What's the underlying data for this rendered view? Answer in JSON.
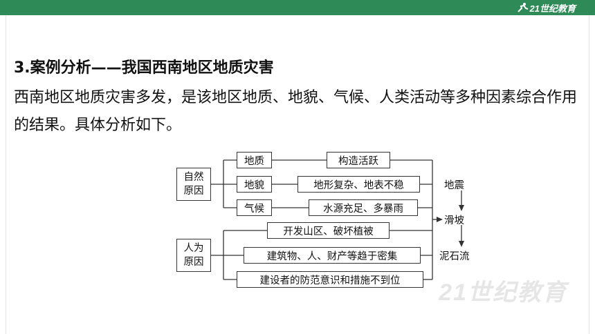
{
  "header": {
    "brand": "21世纪教育",
    "bar_color": "#2e8b57"
  },
  "slide": {
    "title": "3.案例分析——我国西南地区地质灾害",
    "paragraph": "西南地区地质灾害多发，是该地区地质、地貌、气候、人类活动等多种因素综合作用的结果。具体分析如下。"
  },
  "diagram": {
    "natural": {
      "line1": "自然",
      "line2": "原因"
    },
    "human": {
      "line1": "人为",
      "line2": "原因"
    },
    "factors": [
      "地质",
      "地貌",
      "气候"
    ],
    "factor_details": [
      "构造活跃",
      "地形复杂、地表不稳",
      "水源充足、多暴雨"
    ],
    "human_details": [
      "开发山区、破坏植被",
      "建筑物、人、财产等趋于密集",
      "建设者的防范意识和措施不到位"
    ],
    "disasters": [
      "地震",
      "滑坡",
      "泥石流"
    ]
  },
  "watermark": "21世纪教育"
}
